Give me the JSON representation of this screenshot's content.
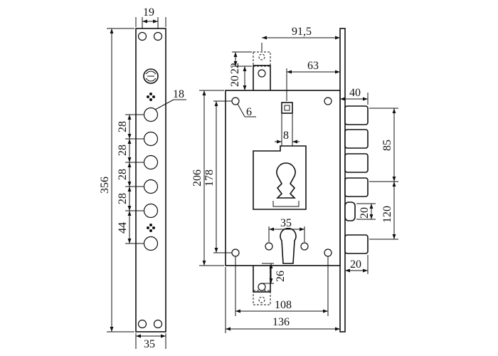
{
  "diagram": {
    "colors": {
      "line": "#111111",
      "background": "#ffffff"
    },
    "faceplate": {
      "logo_icon": "brand-logo-icon",
      "dim_width_top": "19",
      "dim_total_height": "356",
      "dim_bolt_hole": "18",
      "dim_pitch_1": "28",
      "dim_pitch_2": "28",
      "dim_pitch_3": "28",
      "dim_pitch_4": "28",
      "dim_lower": "44",
      "dim_width_bottom": "35"
    },
    "lock_body": {
      "dim_overall_offset": "91,5",
      "dim_bracket_22": "22",
      "dim_bracket_20": "20",
      "dim_spindle_offset": "63",
      "dim_hole_6": "6",
      "dim_body_height": "206",
      "dim_inner_height": "178",
      "dim_spindle_8": "8",
      "dim_bolt_throw": "40",
      "dim_bolt_spacing_85": "85",
      "dim_latch_20": "20",
      "dim_latch_spacing_120": "120",
      "dim_cylinder_35": "35",
      "dim_bottom_bracket_26": "26",
      "dim_bottom_bolt_20": "20",
      "dim_hole_spacing_108": "108",
      "dim_body_width_136": "136"
    }
  }
}
